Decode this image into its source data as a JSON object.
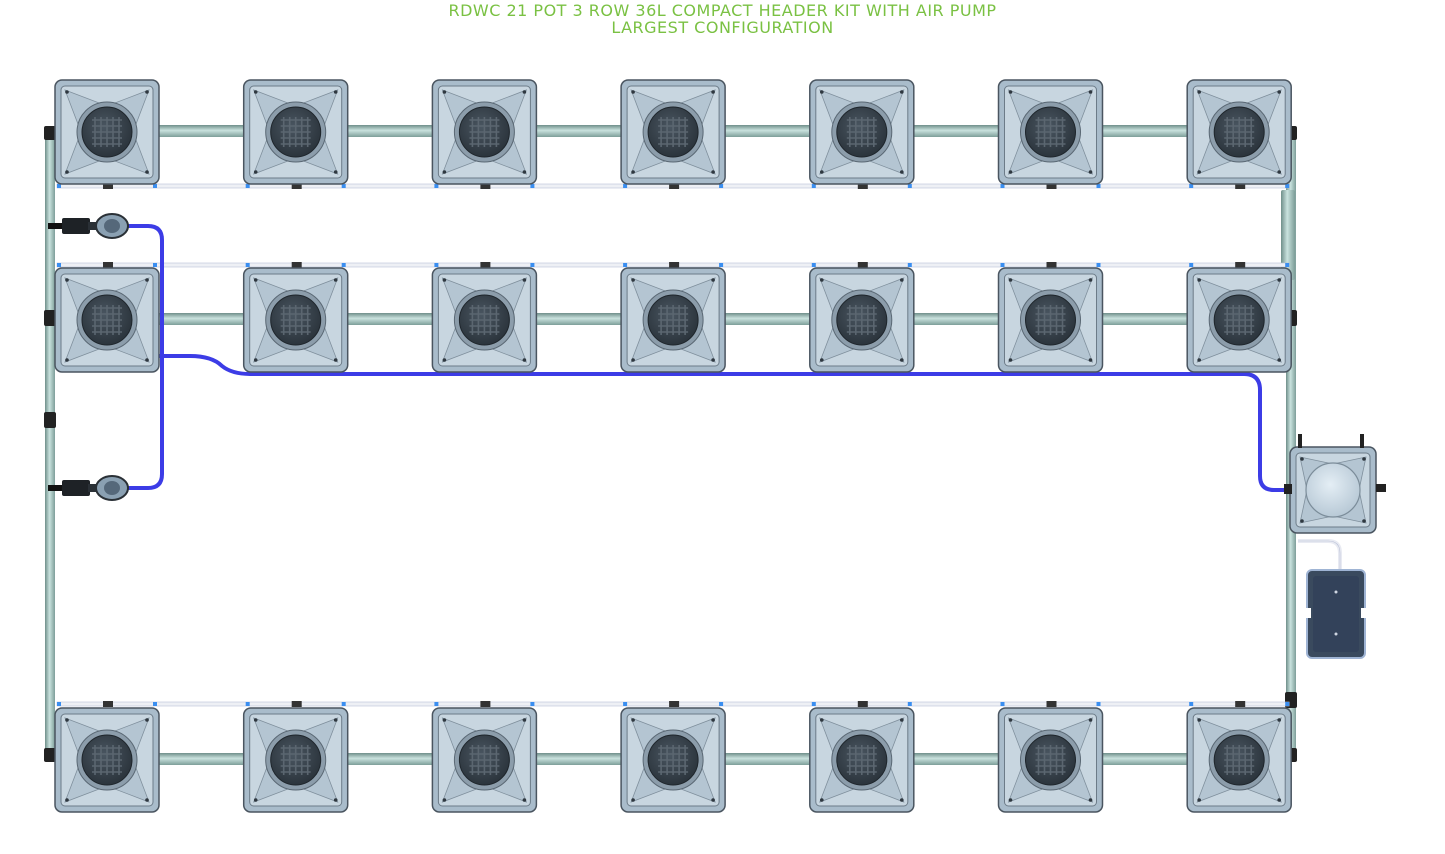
{
  "title": {
    "line1": "RDWC 21 POT 3 ROW 36L COMPACT HEADER KIT WITH AIR PUMP",
    "line2": "LARGEST CONFIGURATION"
  },
  "layout": {
    "rows": 3,
    "pots_per_row": 7,
    "total_pots": 21,
    "control_buckets": 1,
    "air_pumps": 1,
    "valves": 2
  },
  "colors": {
    "bucket_body": "#a9bccb",
    "bucket_top": "#c8d6e0",
    "lid": "#36414a",
    "pipe": "#a2c4bf",
    "air_line": "#eef0f5",
    "water_line": "#3c3ce6",
    "pump": "#3a4a5e",
    "title": "#7ac143"
  }
}
